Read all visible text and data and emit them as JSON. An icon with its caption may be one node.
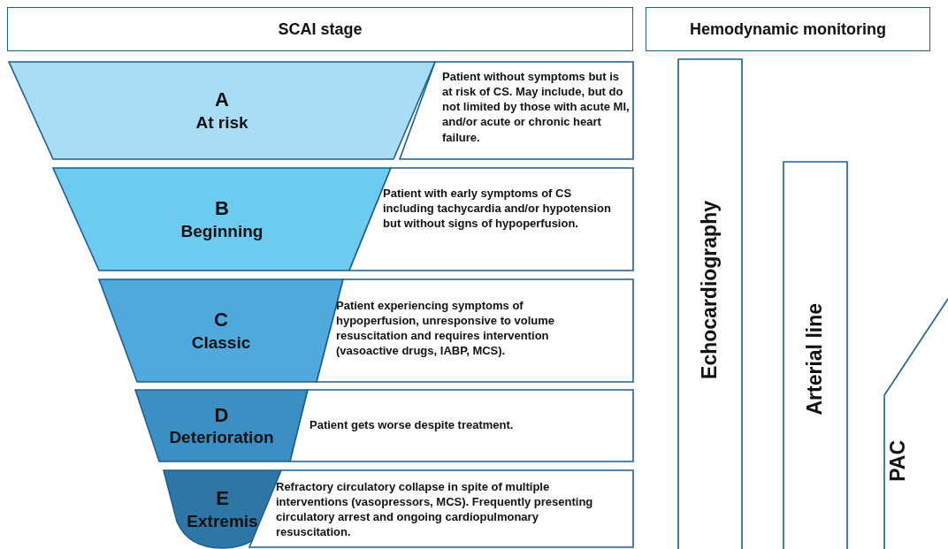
{
  "diagram": {
    "nodes": [
      {
        "text": [
          "SCAI stage"
        ]
      },
      {
        "text": [
          "Hemodynamic monitoring"
        ]
      },
      {
        "text": [
          "A",
          "At risk"
        ]
      },
      {
        "text": [
          "Patient without symptoms but is at risk of CS. May include, but do not limited by those with acute MI, and/or acute or chronic heart failure."
        ]
      },
      {
        "text": [
          "B",
          "Beginning"
        ]
      },
      {
        "text": [
          "Patient with early symptoms of CS including tachycardia and/or hypotension but without signs of hypoperfusion."
        ]
      },
      {
        "text": [
          "C",
          "Classic"
        ]
      },
      {
        "text": [
          "Patient experiencing symptoms of hypoperfusion, unresponsive to volume resuscitation and requires intervention (vasoactive drugs, IABP, MCS)."
        ]
      },
      {
        "text": [
          "D",
          "Deterioration"
        ]
      },
      {
        "text": [
          "Patient gets worse despite treatment."
        ]
      },
      {
        "text": [
          "E",
          "Extremis"
        ]
      },
      {
        "text": [
          "Refractory circulatory collapse in spite of multiple interventions (vasopressors, MCS). Frequently presenting circulatory arrest and ongoing cardiopulmonary resuscitation."
        ]
      },
      {
        "text": [
          "Echocardiography"
        ]
      },
      {
        "text": [
          "Arterial line"
        ]
      },
      {
        "text": [
          "PAC"
        ]
      }
    ]
  }
}
